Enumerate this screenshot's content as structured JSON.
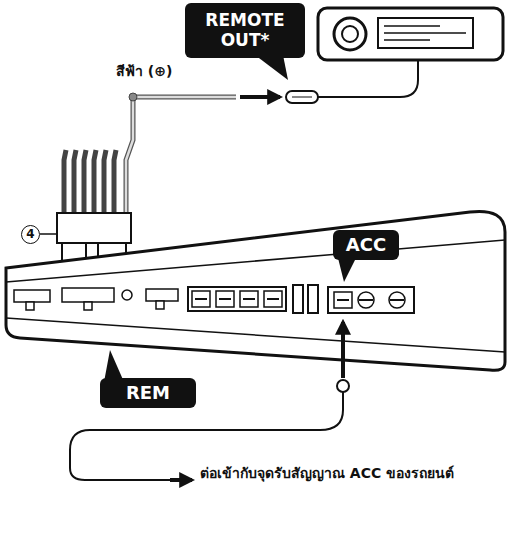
{
  "diagram": {
    "nodes": [
      {
        "text": [
          "REMOTE OUT*"
        ]
      },
      {
        "text": [
          "ACC"
        ]
      },
      {
        "text": [
          "REM"
        ]
      }
    ],
    "labels": [
      "สีฟ้า (⊕)",
      "4",
      "ต่อเข้ากับจุดรับสัญญาณ ACC ของรถยนต์"
    ]
  }
}
